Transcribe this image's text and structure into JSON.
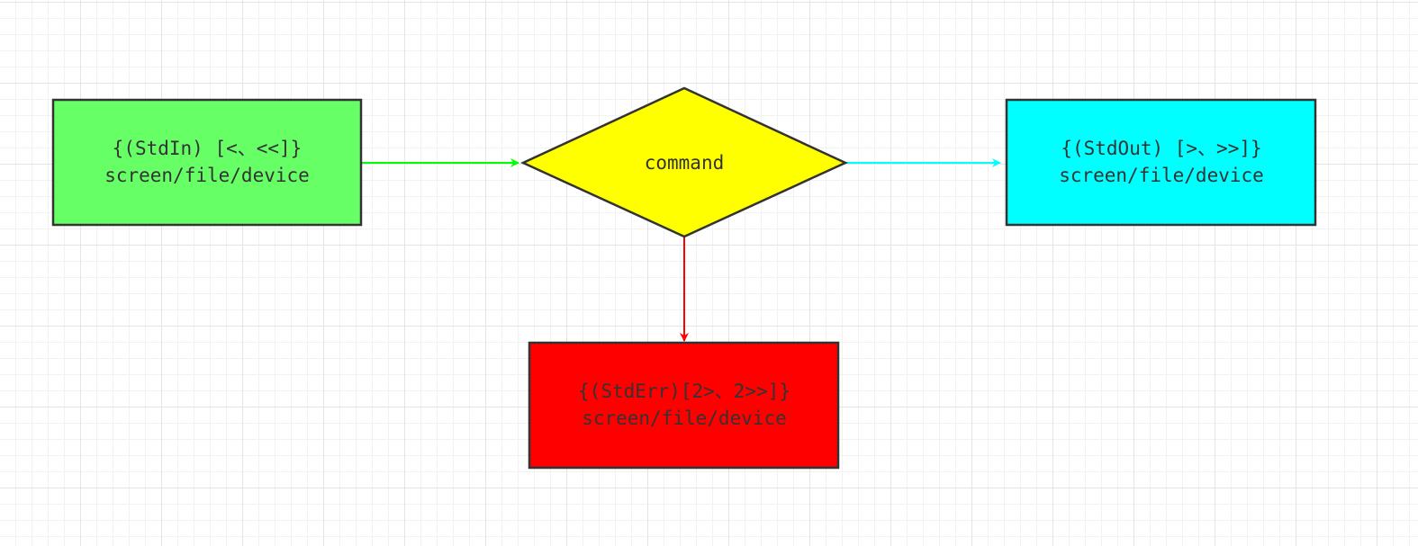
{
  "diagram": {
    "stdin": {
      "line1": "{(StdIn) [<、<<]}",
      "line2": "screen/file/device",
      "fill": "#66ff66"
    },
    "command": {
      "label": "command",
      "fill": "#ffff00"
    },
    "stdout": {
      "line1": "{(StdOut) [>、>>]}",
      "line2": "screen/file/device",
      "fill": "#00ffff"
    },
    "stderr": {
      "line1": "{(StdErr)[2>、2>>]}",
      "line2": "screen/file/device",
      "fill": "#ff0000"
    },
    "edges": [
      {
        "from": "stdin",
        "to": "command",
        "color": "#00ff00"
      },
      {
        "from": "command",
        "to": "stdout",
        "color": "#00ffff"
      },
      {
        "from": "command",
        "to": "stderr",
        "color": "#ff0000"
      }
    ]
  }
}
